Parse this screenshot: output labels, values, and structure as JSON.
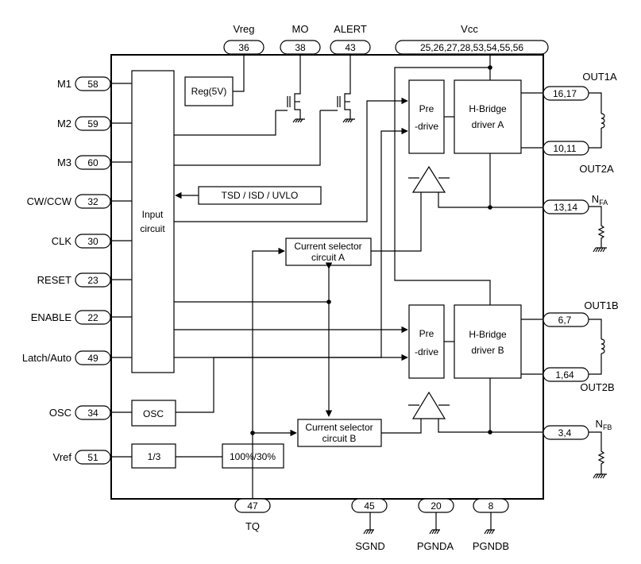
{
  "title_pins": {
    "vreg": {
      "label": "Vreg",
      "num": "36"
    },
    "mo": {
      "label": "MO",
      "num": "38"
    },
    "alert": {
      "label": "ALERT",
      "num": "43"
    },
    "vcc": {
      "label": "Vcc",
      "num": "25,26,27,28,53,54,55,56"
    }
  },
  "left_pins": [
    {
      "label": "M1",
      "num": "58"
    },
    {
      "label": "M2",
      "num": "59"
    },
    {
      "label": "M3",
      "num": "60"
    },
    {
      "label": "CW/CCW",
      "num": "32"
    },
    {
      "label": "CLK",
      "num": "30"
    },
    {
      "label": "RESET",
      "num": "23"
    },
    {
      "label": "ENABLE",
      "num": "22"
    },
    {
      "label": "Latch/Auto",
      "num": "49"
    },
    {
      "label": "OSC",
      "num": "34"
    },
    {
      "label": "Vref",
      "num": "51"
    }
  ],
  "right_pins": {
    "out1a": {
      "label": "OUT1A",
      "num": "16,17"
    },
    "out2a": {
      "label": "OUT2A",
      "num": "10,11"
    },
    "nfa": {
      "label_main": "N",
      "label_sub": "FA",
      "num": "13,14"
    },
    "out1b": {
      "label": "OUT1B",
      "num": "6,7"
    },
    "out2b": {
      "label": "OUT2B",
      "num": "1,64"
    },
    "nfb": {
      "label_main": "N",
      "label_sub": "FB",
      "num": "3,4"
    }
  },
  "bottom_pins": {
    "tq": {
      "label": "TQ",
      "num": "47"
    },
    "sgnd": {
      "label": "SGND",
      "num": "45"
    },
    "pgnda": {
      "label": "PGNDA",
      "num": "20"
    },
    "pgndb": {
      "label": "PGNDB",
      "num": "8"
    }
  },
  "blocks": {
    "reg": "Reg(5V)",
    "input_line1": "Input",
    "input_line2": "circuit",
    "tsd": "TSD / ISD / UVLO",
    "cs_a_line1": "Current selector",
    "cs_a_line2": "circuit A",
    "cs_b_line1": "Current selector",
    "cs_b_line2": "circuit B",
    "predrive_line1": "Pre",
    "predrive_line2": "-drive",
    "hb_a_line1": "H-Bridge",
    "hb_a_line2": "driver A",
    "hb_b_line1": "H-Bridge",
    "hb_b_line2": "driver B",
    "osc": "OSC",
    "div": "1/3",
    "tq_sel": "100%/30%"
  }
}
